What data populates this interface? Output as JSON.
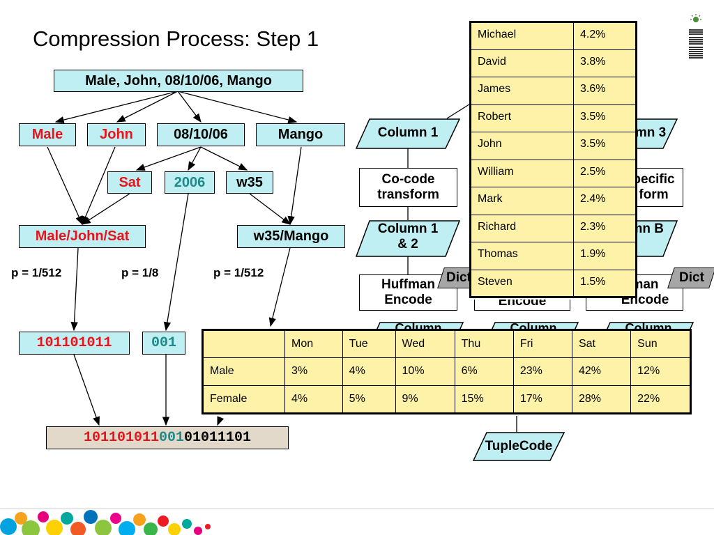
{
  "slide": {
    "title": "Compression Process: Step 1"
  },
  "tree": {
    "root": "Male, John, 08/10/06, Mango",
    "level1": [
      "Male",
      "John",
      "08/10/06",
      "Mango"
    ],
    "level2": [
      "Sat",
      "2006",
      "w35"
    ],
    "level3": [
      "Male/John/Sat",
      "w35/Mango"
    ],
    "probabilities": [
      "p = 1/512",
      "p = 1/8",
      "p = 1/512"
    ],
    "codes": [
      "101101011",
      "001"
    ],
    "result": {
      "part1": "101101011",
      "part2": "001",
      "part3": "01011101"
    }
  },
  "flow": {
    "column1": "Column 1",
    "column3": "mn 3",
    "cocode": "Co-code transform",
    "specific": "pecific form",
    "column12": "Column 1 & 2",
    "columnAB": "mn B",
    "huffman": "Huffman Encode",
    "encode_mid": "Encode",
    "encode_right": "Encode",
    "huffman_right": "man",
    "dict_left": "Dict",
    "dict_right": "Dict",
    "column_labels": [
      "Column",
      "Column",
      "Column"
    ],
    "tuplecode": "TupleCode"
  },
  "name_table": {
    "rows": [
      [
        "Michael",
        "4.2%"
      ],
      [
        "David",
        "3.8%"
      ],
      [
        "James",
        "3.6%"
      ],
      [
        "Robert",
        "3.5%"
      ],
      [
        "John",
        "3.5%"
      ],
      [
        "William",
        "2.5%"
      ],
      [
        "Mark",
        "2.4%"
      ],
      [
        "Richard",
        "2.3%"
      ],
      [
        "Thomas",
        "1.9%"
      ],
      [
        "Steven",
        "1.5%"
      ]
    ]
  },
  "day_table": {
    "headers": [
      "",
      "Mon",
      "Tue",
      "Wed",
      "Thu",
      "Fri",
      "Sat",
      "Sun"
    ],
    "rows": [
      [
        "Male",
        "3%",
        "4%",
        "10%",
        "6%",
        "23%",
        "42%",
        "12%"
      ],
      [
        "Female",
        "4%",
        "5%",
        "9%",
        "15%",
        "17%",
        "28%",
        "22%"
      ]
    ]
  },
  "colors": {
    "red": "#e8141b",
    "teal": "#1f8a8a",
    "box_fill": "#bfeff2",
    "table_fill": "#fdf2a8",
    "result_fill": "#e2d9cb"
  },
  "logo": {
    "text": "IBM"
  }
}
